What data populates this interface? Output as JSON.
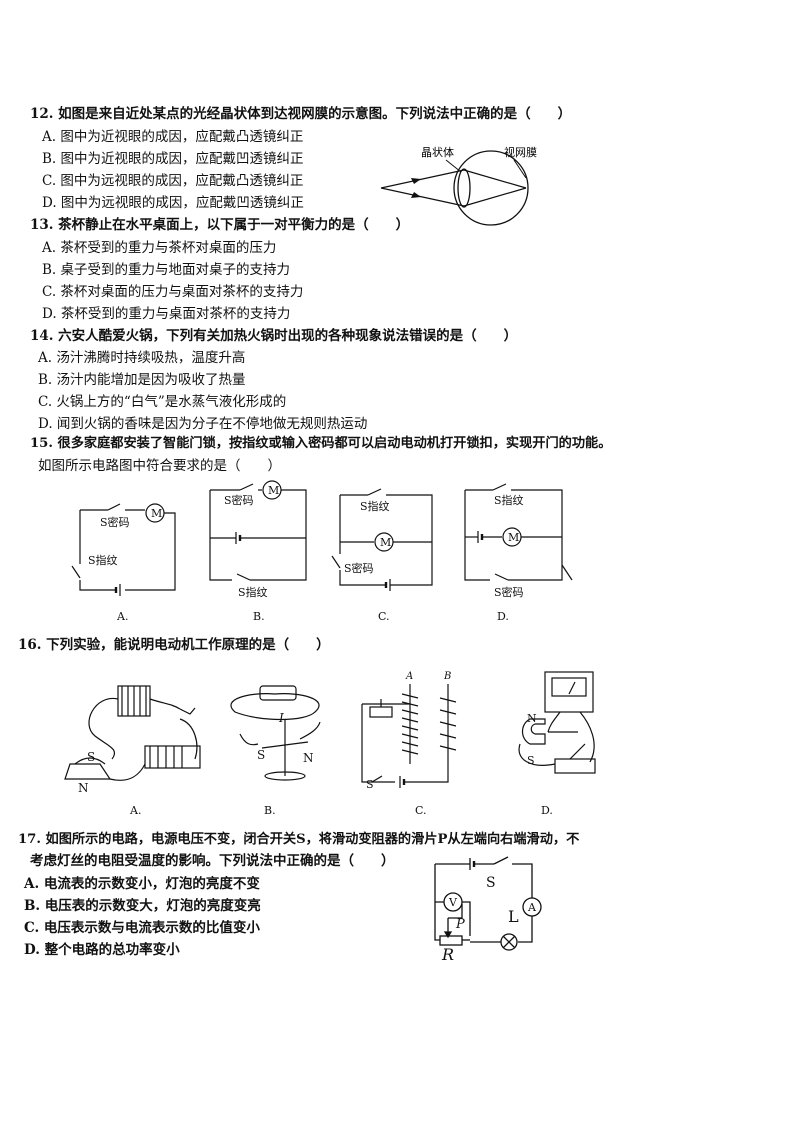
{
  "q12": {
    "stem": "12. 如图是来自近处某点的光经晶状体到达视网膜的示意图。下列说法中正确的是（　　）",
    "options": [
      "A. 图中为近视眼的成因，应配戴凸透镜纠正",
      "B. 图中为近视眼的成因，应配戴凹透镜纠正",
      "C. 图中为远视眼的成因，应配戴凸透镜纠正",
      "D. 图中为远视眼的成因，应配戴凹透镜纠正"
    ],
    "fig_lens_label": "晶状体",
    "fig_retina_label": "视网膜"
  },
  "q13": {
    "stem": "13. 茶杯静止在水平桌面上，以下属于一对平衡力的是（　　）",
    "options": [
      "A. 茶杯受到的重力与茶杯对桌面的压力",
      "B. 桌子受到的重力与地面对桌子的支持力",
      "C. 茶杯对桌面的压力与桌面对茶杯的支持力",
      "D. 茶杯受到的重力与桌面对茶杯的支持力"
    ]
  },
  "q14": {
    "stem": "14. 六安人酷爱火锅，下列有关加热火锅时出现的各种现象说法错误的是（　　）",
    "options": [
      "A. 汤汁沸腾时持续吸热，温度升高",
      "B. 汤汁内能增加是因为吸收了热量",
      "C. 火锅上方的“白气”是水蒸气液化形成的",
      "D. 闻到火锅的香味是因为分子在不停地做无规则热运动"
    ]
  },
  "q15": {
    "stem": "15. 很多家庭都安装了智能门锁，按指纹或输入密码都可以启动电动机打开锁扣，实现开门的功能。",
    "stem2": "如图所示电路图中符合要求的是（　　）",
    "s_password": "S密码",
    "s_finger": "S指纹",
    "motor": "M",
    "labels": [
      "A.",
      "B.",
      "C.",
      "D."
    ]
  },
  "q16": {
    "stem": "16. 下列实验，能说明电动机工作原理的是（　　）",
    "labels": [
      "A.",
      "B.",
      "C.",
      "D."
    ],
    "pole_s": "S",
    "pole_n": "N",
    "current_i": "I",
    "nail_a": "A",
    "nail_b": "B",
    "switch_s": "S"
  },
  "q17": {
    "stem": "17. 如图所示的电路，电源电压不变，闭合开关S，将滑动变阻器的滑片P从左端向右端滑动，不",
    "stem2": "考虑灯丝的电阻受温度的影响。下列说法中正确的是（　　）",
    "options": [
      "A. 电流表的示数变小，灯泡的亮度不变",
      "B. 电压表的示数变大，灯泡的亮度变亮",
      "C. 电压表示数与电流表示数的比值变小",
      "D. 整个电路的总功率变小"
    ],
    "fig": {
      "s": "S",
      "v": "V",
      "a": "A",
      "l": "L",
      "p": "P",
      "r": "R"
    }
  }
}
